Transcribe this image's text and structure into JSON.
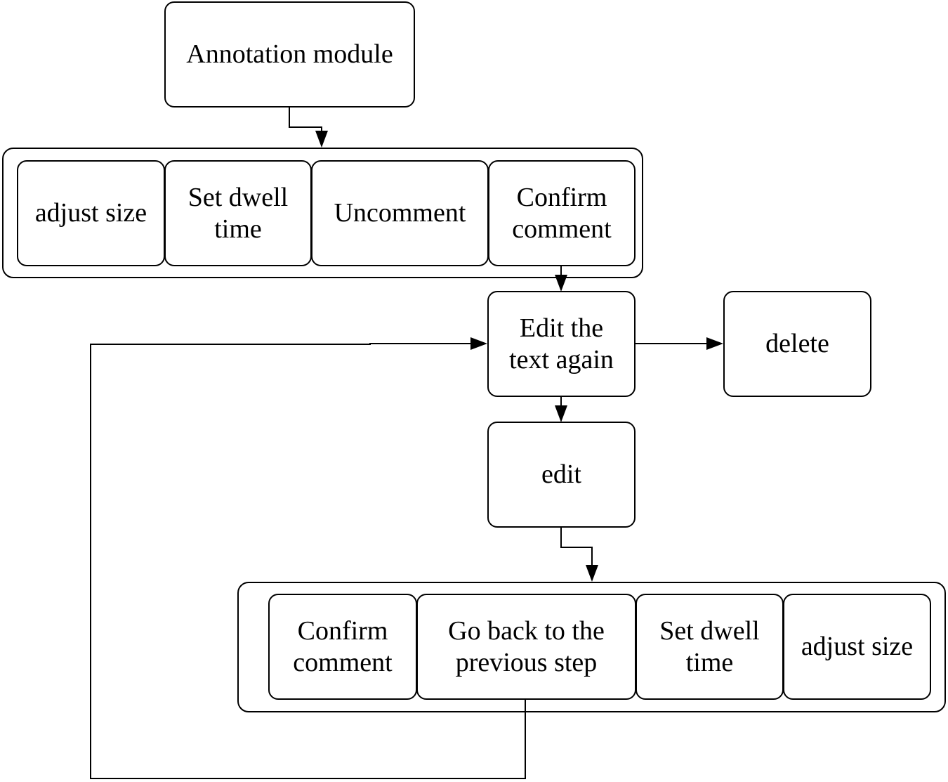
{
  "diagram": {
    "nodes": {
      "annotation_module": "Annotation module",
      "top_adjust_size": "adjust size",
      "top_set_dwell_time": "Set dwell\ntime",
      "top_uncomment": "Uncomment",
      "top_confirm_comment": "Confirm\ncomment",
      "edit_text_again": "Edit the\ntext again",
      "delete": "delete",
      "edit": "edit",
      "bottom_confirm_comment": "Confirm\ncomment",
      "bottom_go_back": "Go back to the\nprevious step",
      "bottom_set_dwell_time": "Set dwell\ntime",
      "bottom_adjust_size": "adjust size"
    }
  }
}
